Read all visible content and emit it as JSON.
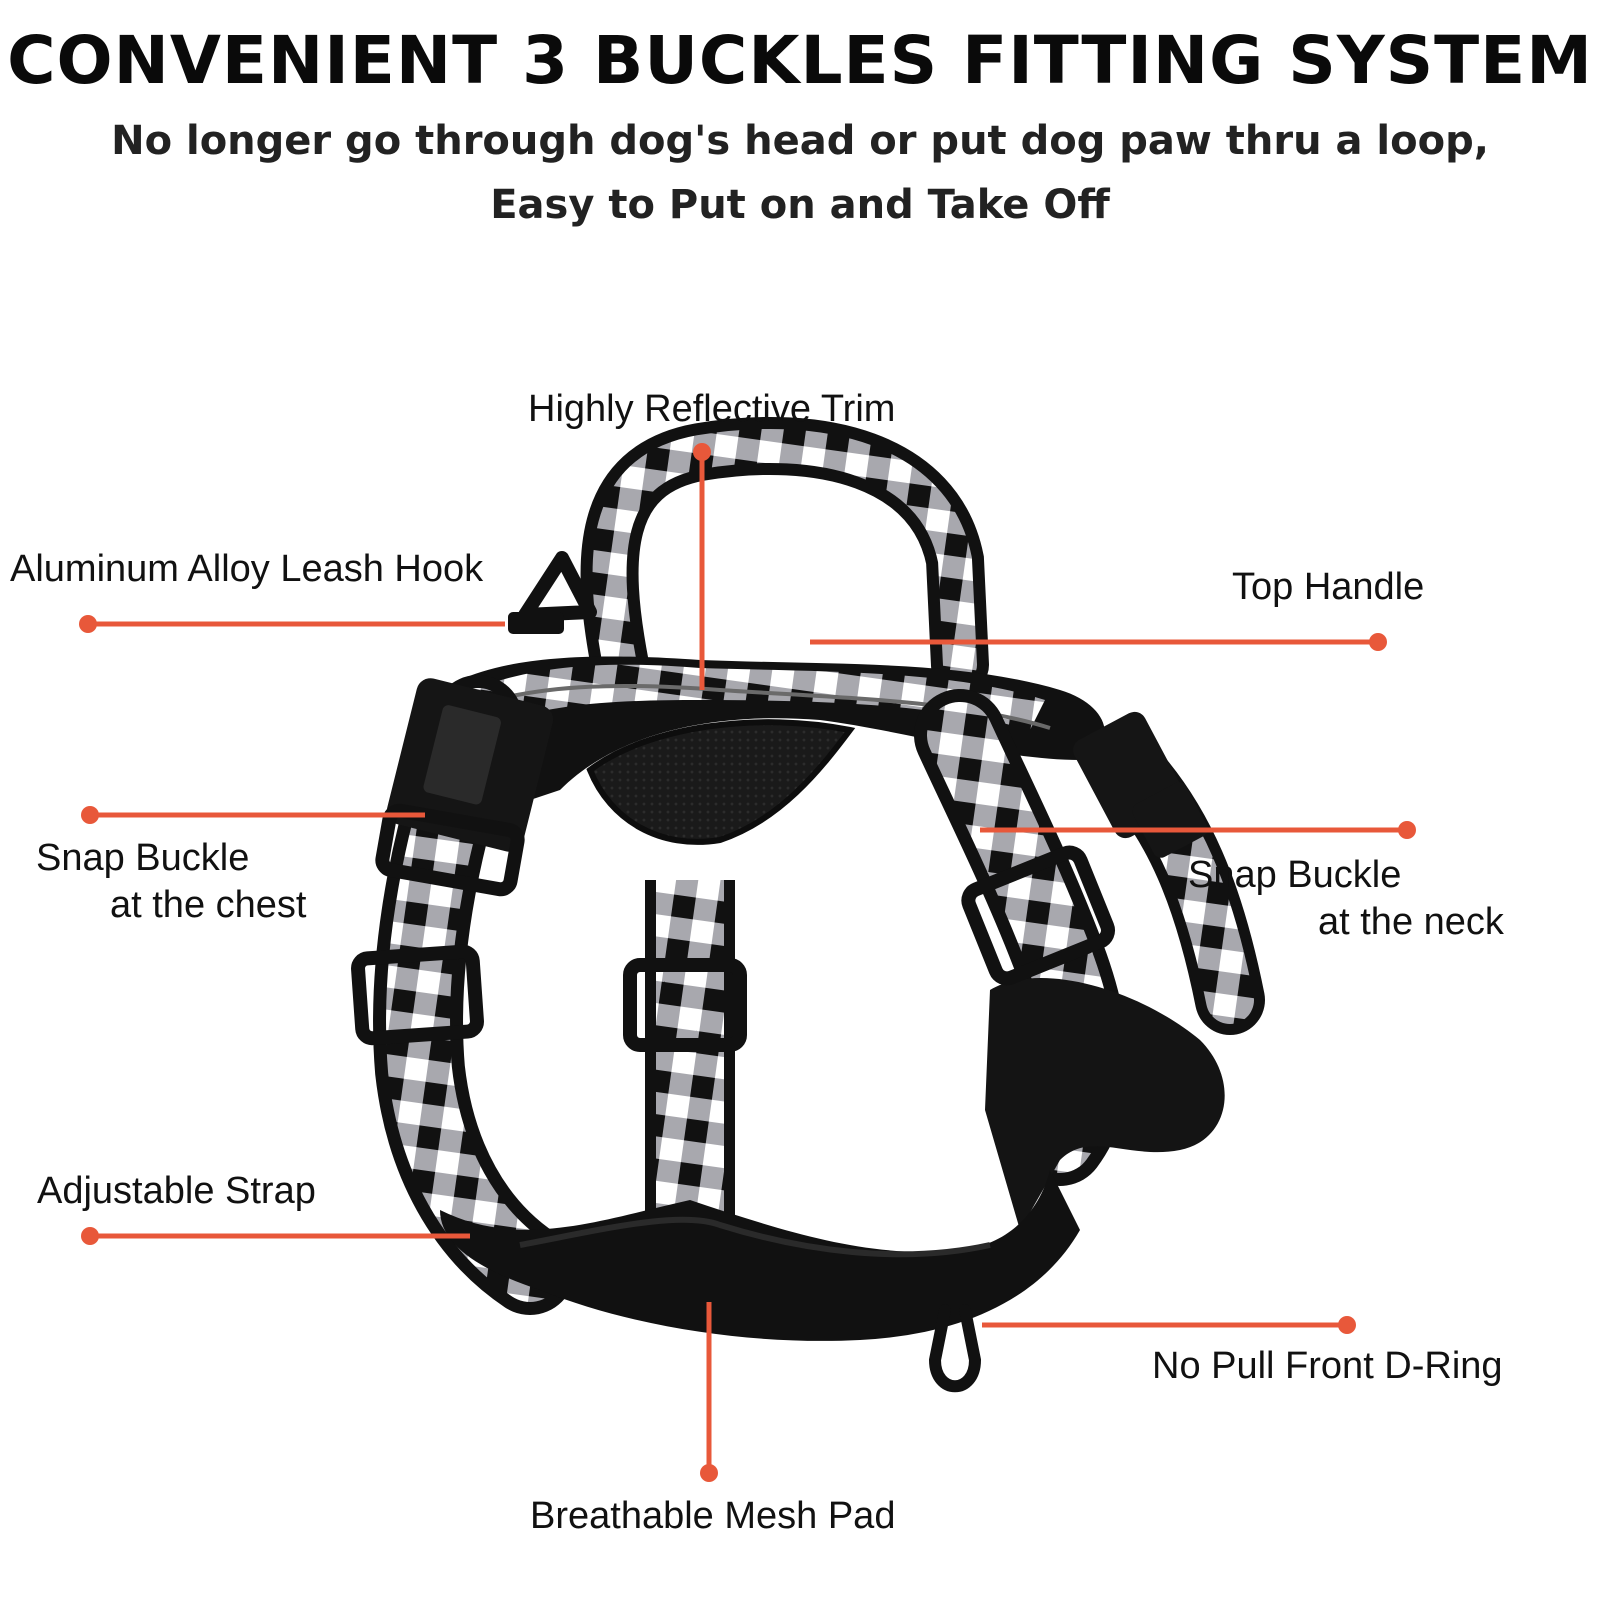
{
  "headline": "CONVENIENT 3 BUCKLES FITTING SYSTEM",
  "subtitle": {
    "line1": "No longer go through dog's head or put dog paw thru a loop,",
    "line2": "Easy to Put on and Take Off"
  },
  "callouts": {
    "reflective_trim": "Highly Reflective Trim",
    "leash_hook": "Aluminum Alloy Leash Hook",
    "top_handle": "Top Handle",
    "chest_buckle_line1": "Snap Buckle",
    "chest_buckle_line2": "at the chest",
    "neck_buckle_line1": "Snap Buckle",
    "neck_buckle_line2": "at the neck",
    "adjustable_strap": "Adjustable Strap",
    "front_d_ring": "No Pull Front D-Ring",
    "mesh_pad": "Breathable Mesh Pad"
  },
  "colors": {
    "callout_line": "#e8583a",
    "harness_black": "#141414",
    "plaid_grey": "#8a8a92",
    "plaid_white": "#ffffff"
  }
}
